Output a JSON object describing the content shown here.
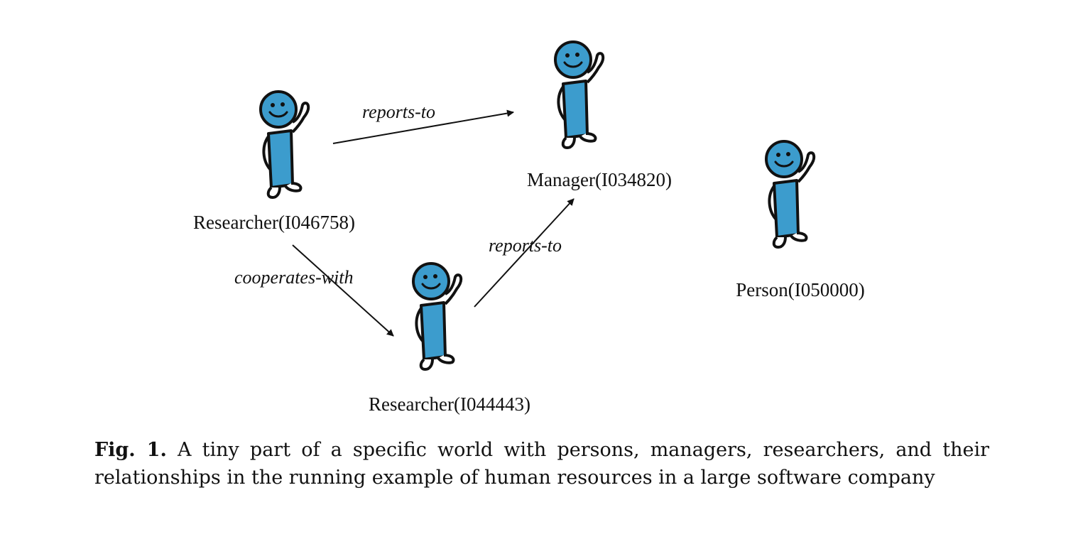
{
  "nodes": [
    {
      "id": "researcher-1",
      "label": "Researcher(I046758)"
    },
    {
      "id": "manager",
      "label": "Manager(I034820)"
    },
    {
      "id": "researcher-2",
      "label": "Researcher(I044443)"
    },
    {
      "id": "person",
      "label": "Person(I050000)"
    }
  ],
  "edges": [
    {
      "from": "researcher-1",
      "to": "manager",
      "label": "reports-to"
    },
    {
      "from": "researcher-2",
      "to": "manager",
      "label": "reports-to"
    },
    {
      "from": "researcher-1",
      "to": "researcher-2",
      "label": "cooperates-with"
    }
  ],
  "caption": {
    "fig_label": "Fig. 1.",
    "text": "A tiny part of a specific world with persons, managers, researchers, and their relationships in the running example of human resources in a large software company"
  },
  "colors": {
    "figure_body": "#3c9ccd",
    "outline": "#111111"
  }
}
